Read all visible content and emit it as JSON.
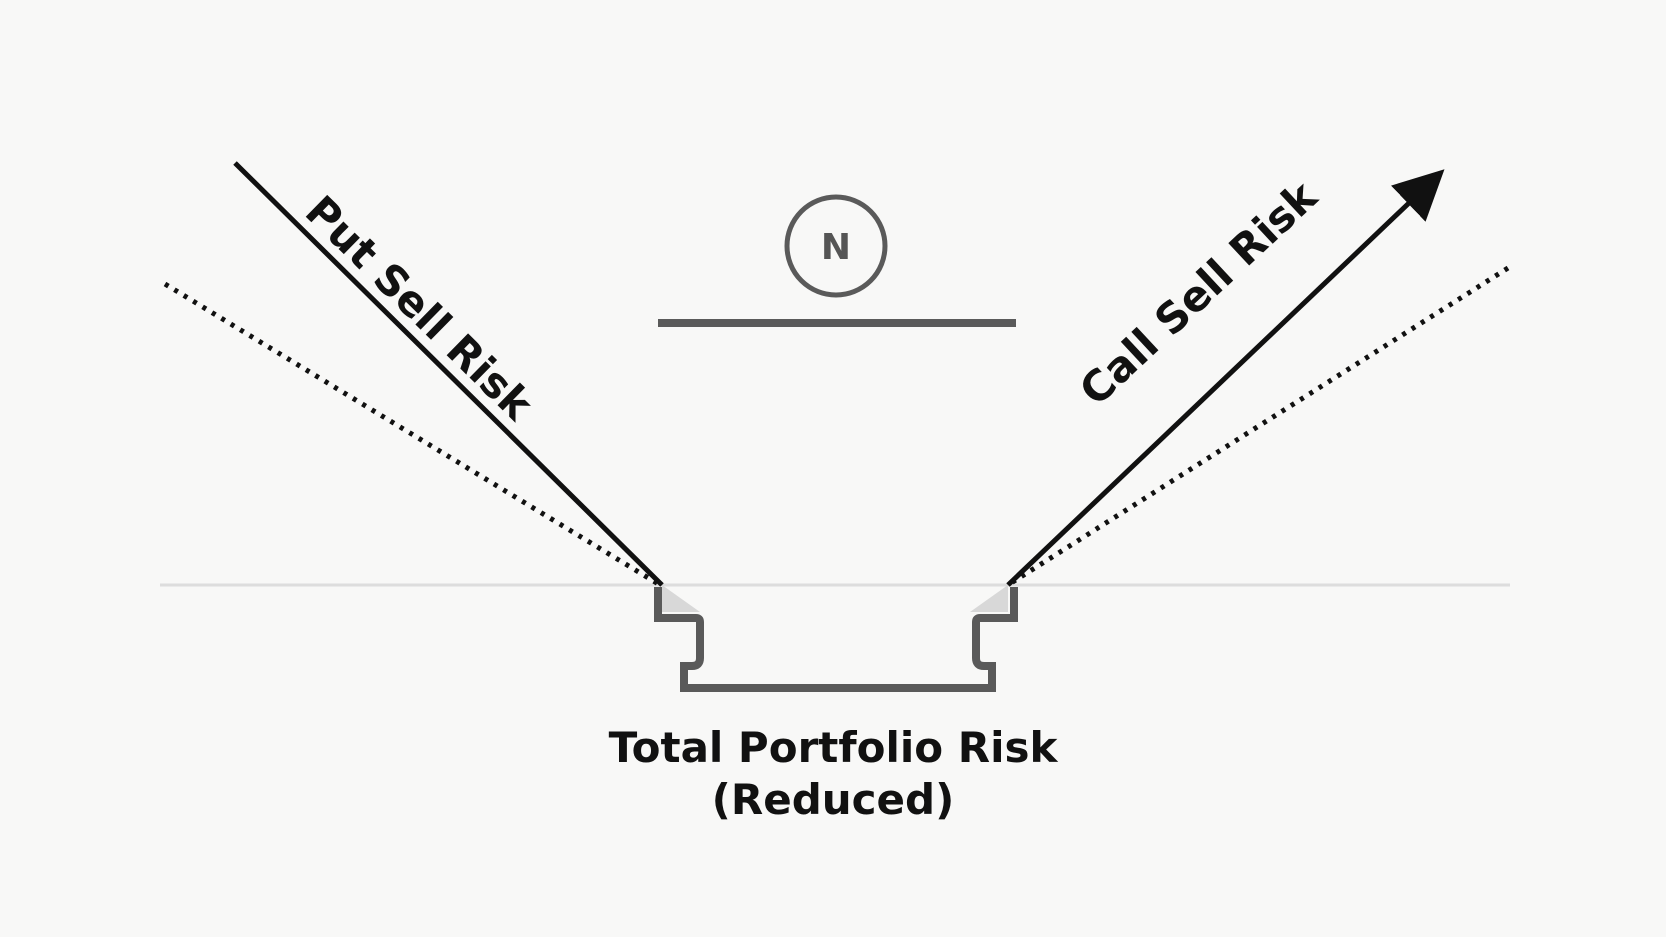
{
  "diagram": {
    "put_label": "Put Sell Risk",
    "call_label": "Call Sell Risk",
    "neutral_symbol": "N",
    "caption_line1": "Total Portfolio Risk",
    "caption_line2": "(Reduced)"
  },
  "colors": {
    "background": "#f8f8f7",
    "line": "#111111",
    "gray": "#5a5a5a",
    "baseline": "#dddddd"
  }
}
